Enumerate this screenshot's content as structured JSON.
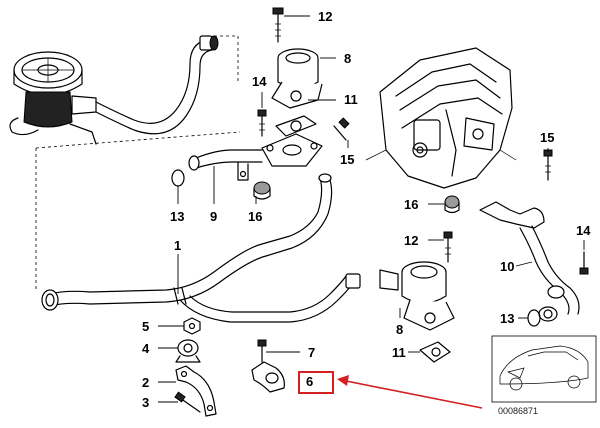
{
  "callouts": [
    {
      "id": "c12a",
      "num": "12"
    },
    {
      "id": "c8a",
      "num": "8"
    },
    {
      "id": "c11a",
      "num": "11"
    },
    {
      "id": "c14a",
      "num": "14"
    },
    {
      "id": "c15a",
      "num": "15"
    },
    {
      "id": "c13a",
      "num": "13"
    },
    {
      "id": "c9",
      "num": "9"
    },
    {
      "id": "c16a",
      "num": "16"
    },
    {
      "id": "c1",
      "num": "1"
    },
    {
      "id": "c5",
      "num": "5"
    },
    {
      "id": "c4",
      "num": "4"
    },
    {
      "id": "c2",
      "num": "2"
    },
    {
      "id": "c3",
      "num": "3"
    },
    {
      "id": "c7",
      "num": "7"
    },
    {
      "id": "c6",
      "num": "6"
    },
    {
      "id": "c16b",
      "num": "16"
    },
    {
      "id": "c12b",
      "num": "12"
    },
    {
      "id": "c8b",
      "num": "8"
    },
    {
      "id": "c11b",
      "num": "11"
    },
    {
      "id": "c15b",
      "num": "15"
    },
    {
      "id": "c14b",
      "num": "14"
    },
    {
      "id": "c10",
      "num": "10"
    },
    {
      "id": "c13b",
      "num": "13"
    }
  ],
  "highlight": {
    "part_number": "6",
    "color": "#d42020"
  },
  "reference_number": "00086871",
  "colors": {
    "line": "#000000",
    "highlight": "#d42020",
    "background": "#ffffff"
  }
}
